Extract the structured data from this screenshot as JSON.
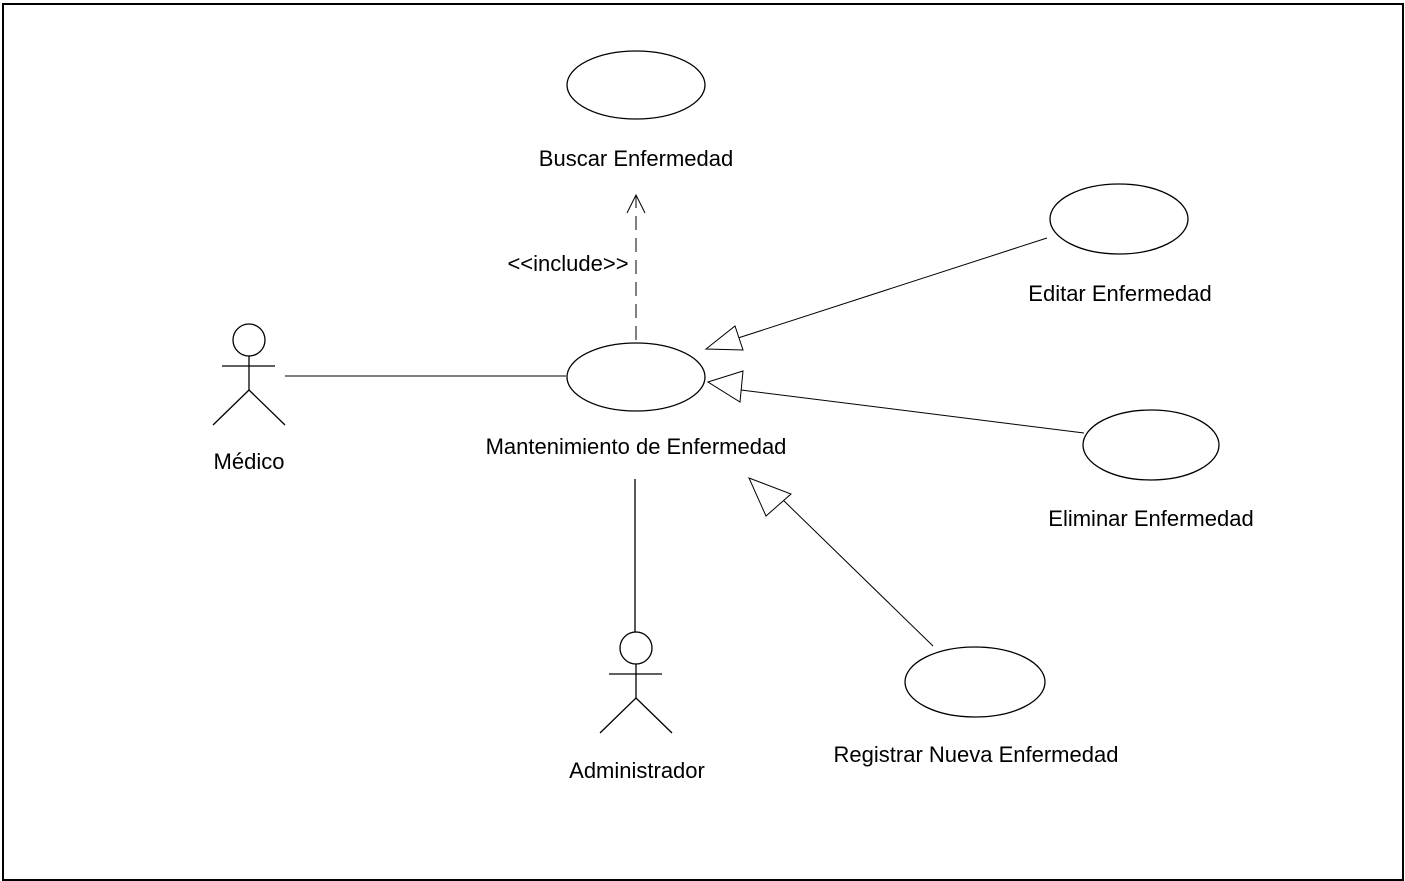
{
  "colors": {
    "background": "#ffffff",
    "stroke": "#000000",
    "frame": "#000000"
  },
  "actors": {
    "medico": {
      "label": "Médico",
      "icon": "actor-stick-figure-icon"
    },
    "administrador": {
      "label": "Administrador",
      "icon": "actor-stick-figure-icon"
    }
  },
  "use_cases": {
    "mantenimiento": {
      "label": "Mantenimiento de Enfermedad"
    },
    "buscar": {
      "label": "Buscar Enfermedad"
    },
    "editar": {
      "label": "Editar Enfermedad"
    },
    "eliminar": {
      "label": "Eliminar Enfermedad"
    },
    "registrar": {
      "label": "Registrar Nueva Enfermedad"
    }
  },
  "relationships": {
    "include_label": "<<include>>"
  }
}
